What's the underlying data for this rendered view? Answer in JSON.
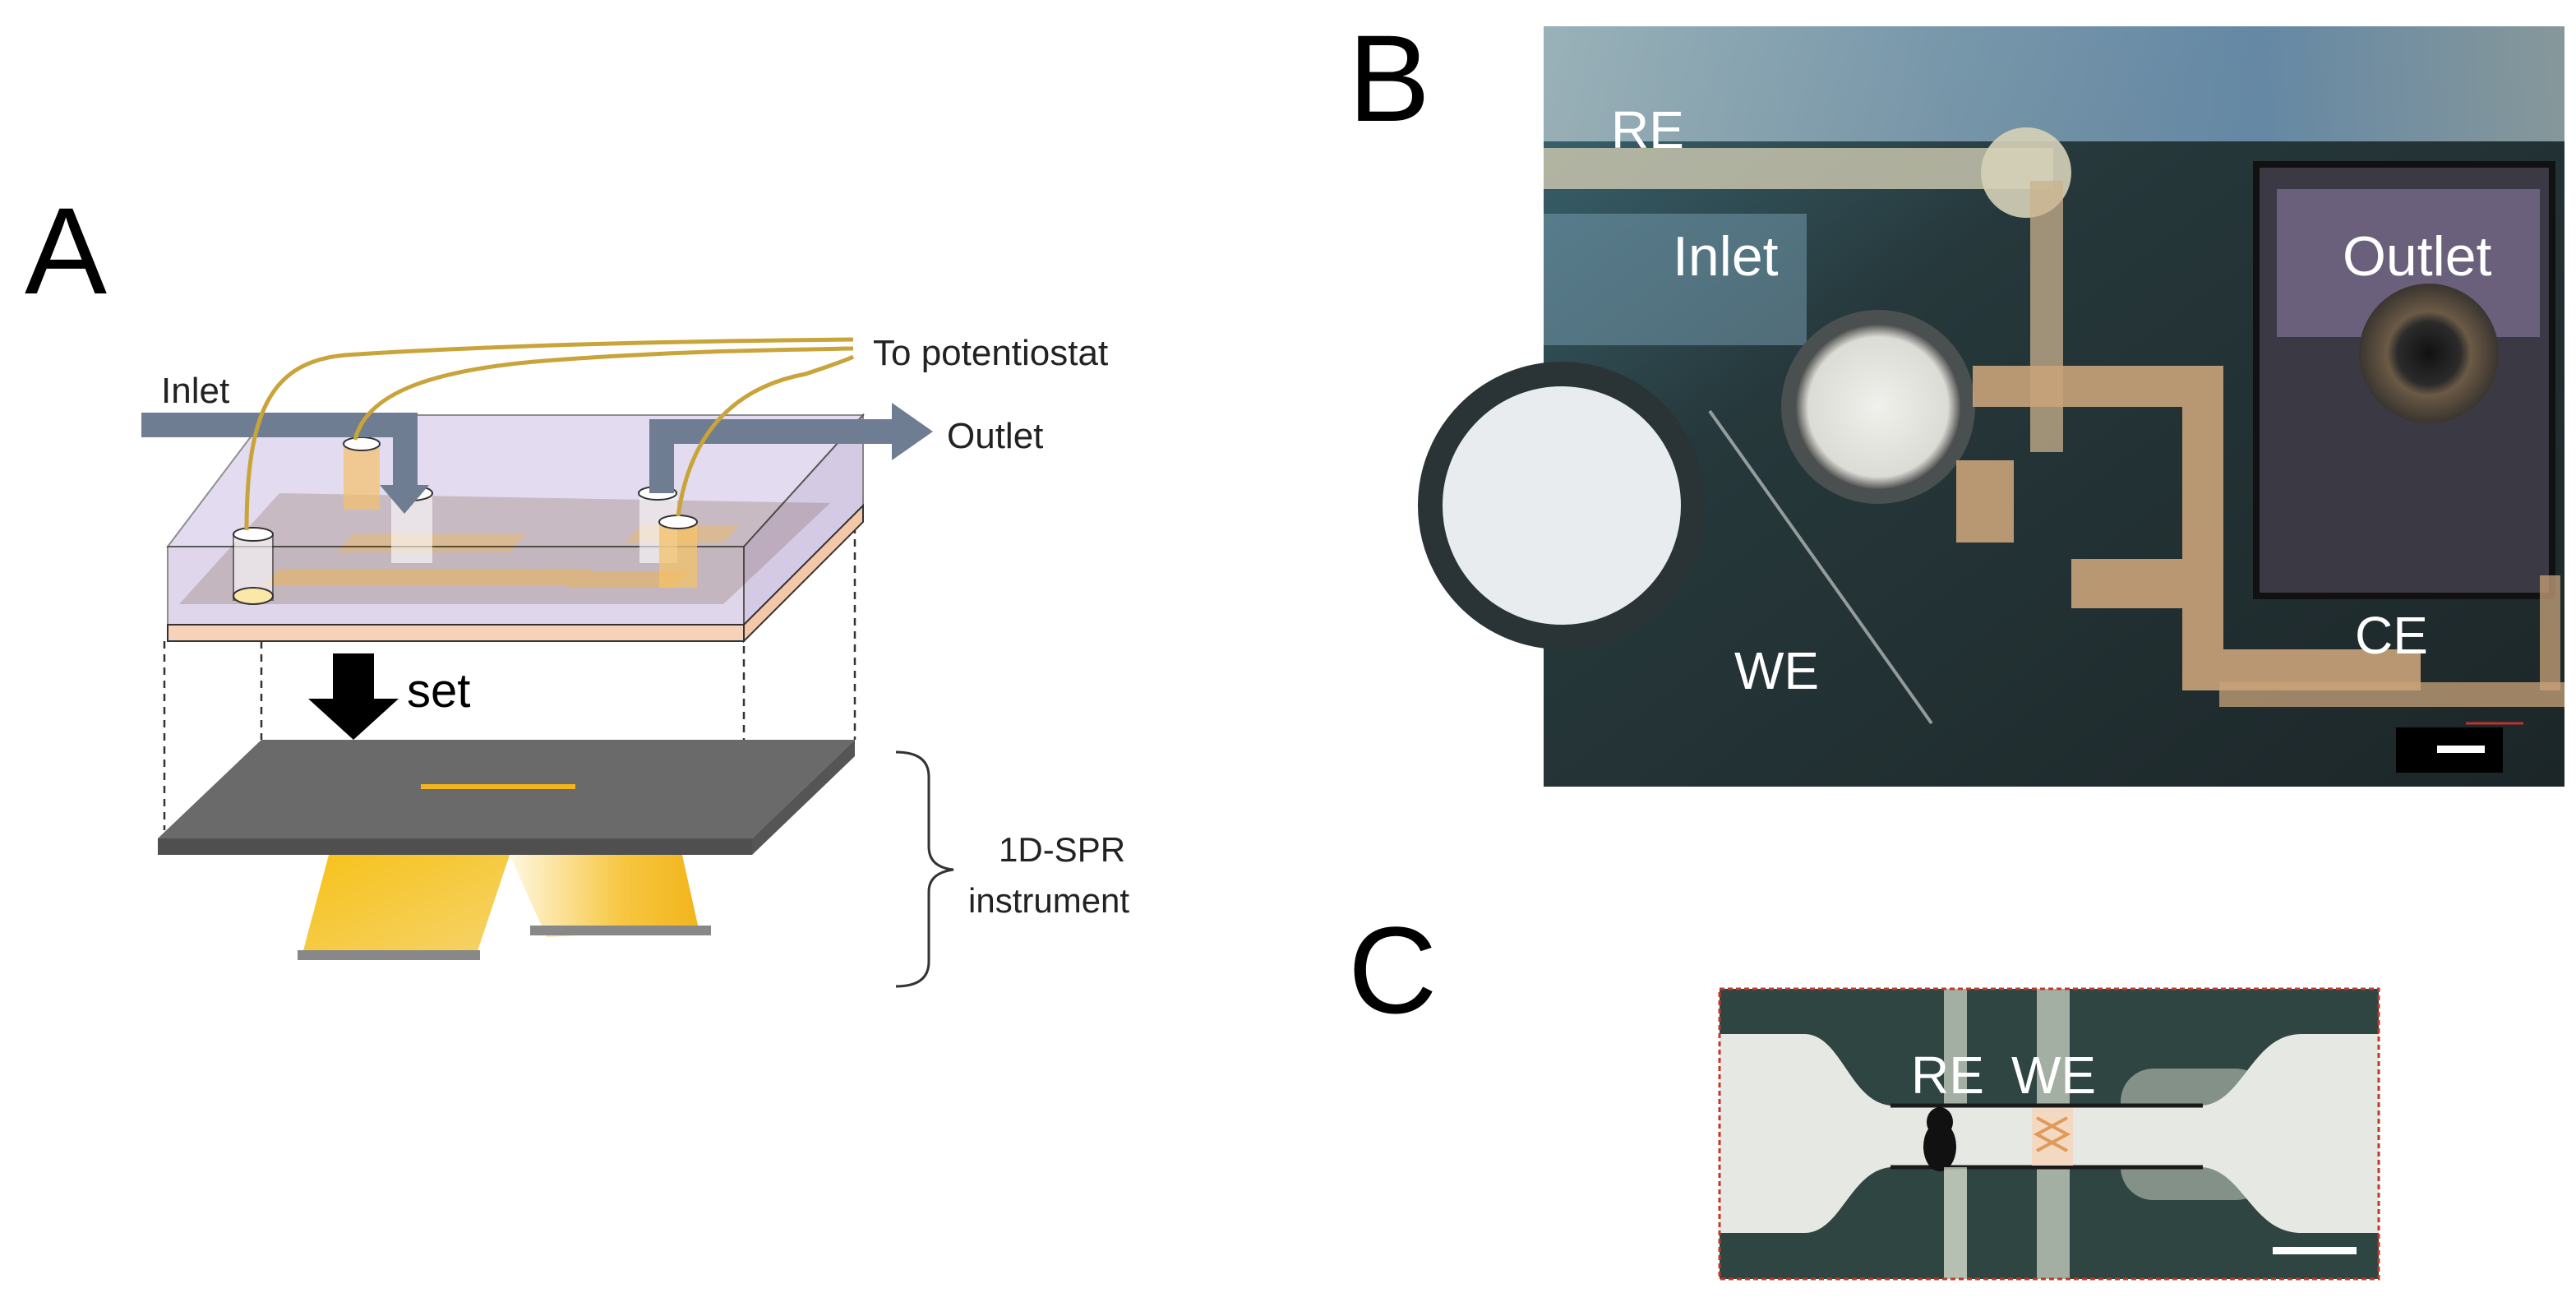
{
  "panels": {
    "a": {
      "letter": "A",
      "labels": {
        "inlet": "Inlet",
        "outlet": "Outlet",
        "potentiostat": "To potentiostat",
        "set": "set",
        "instrument_line1": "1D-SPR",
        "instrument_line2": "instrument"
      }
    },
    "b": {
      "letter": "B",
      "labels": {
        "re": "RE",
        "inlet": "Inlet",
        "outlet": "Outlet",
        "we": "WE",
        "ce": "CE"
      }
    },
    "c": {
      "letter": "C",
      "labels": {
        "re": "RE",
        "we": "WE"
      }
    }
  },
  "colors": {
    "gold": "#f2b51c",
    "wire": "#c9a43a",
    "arrow": "#6f7d92",
    "chip_lid": "#c6b6dc",
    "substrate": "#f6d2b8",
    "sensor": "#6a6a6a",
    "photo_bg": "#253234"
  }
}
